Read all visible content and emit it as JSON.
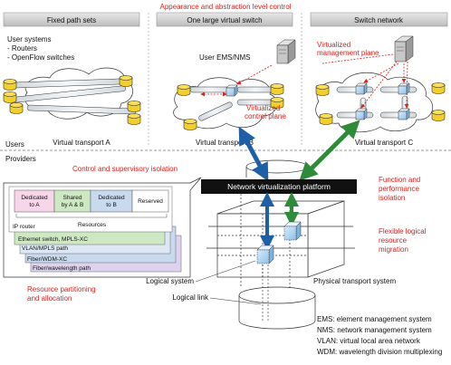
{
  "top_title": "Appearance and abstraction level control",
  "headers": {
    "fixed": "Fixed path sets",
    "large_switch": "One large virtual switch",
    "switch_network": "Switch network"
  },
  "users_text": {
    "line1": "User systems",
    "line2": "- Routers",
    "line3": "- OpenFlow switches"
  },
  "user_ems": "User EMS/NMS",
  "virt_mgmt": {
    "line1": "Virtualized",
    "line2": "management plane"
  },
  "virt_ctrl": {
    "line1": "Virtualized",
    "line2": "control plane"
  },
  "transports": {
    "a": "Virtual transport A",
    "b": "Virtual transport B",
    "c": "Virtual transport C"
  },
  "band": {
    "users": "Users",
    "providers": "Providers"
  },
  "control_isolation": "Control and supervisory isolation",
  "nvp": "Network virtualization platform",
  "function_iso": {
    "line1": "Function and",
    "line2": "performance",
    "line3": "isolation"
  },
  "flex": {
    "line1": "Flexible logical",
    "line2": "resource",
    "line3": "migration"
  },
  "layers": {
    "dedicated_a": {
      "line1": "Dedicated",
      "line2": "to A"
    },
    "shared": {
      "line1": "Shared",
      "line2": "by A & B"
    },
    "dedicated_b": {
      "line1": "Dedicated",
      "line2": "to B"
    },
    "reserved": "Reserved",
    "ip_router": "IP router",
    "resources": "Resources",
    "ethernet": "Ethernet switch, MPLS-XC",
    "vlan": "VLAN/MPLS path",
    "fiber_wdm": "Fiber/WDM-XC",
    "fiber_wl": "Fiber/wavelength path"
  },
  "partitioning": {
    "line1": "Resource partitioning",
    "line2": "and allocation"
  },
  "logical_system": "Logical system",
  "logical_link": "Logical link",
  "physical_transport": "Physical transport system",
  "legend": {
    "ems": "EMS: element management system",
    "nms": "NMS: network management system",
    "vlan": "VLAN: virtual local area network",
    "wdm": "WDM: wavelength division multiplexing"
  },
  "colors": {
    "red": "#e0201b",
    "blue_arrow": "#1f5fa6",
    "green_arrow": "#2e8b3a",
    "user_system": "#f2cf2a",
    "layer_pink": "#f6d6e8",
    "layer_green": "#cfe8c4",
    "layer_blue": "#c9d9ee",
    "layer_lavender": "#ddd3ee",
    "nvp_bg": "#111111"
  }
}
